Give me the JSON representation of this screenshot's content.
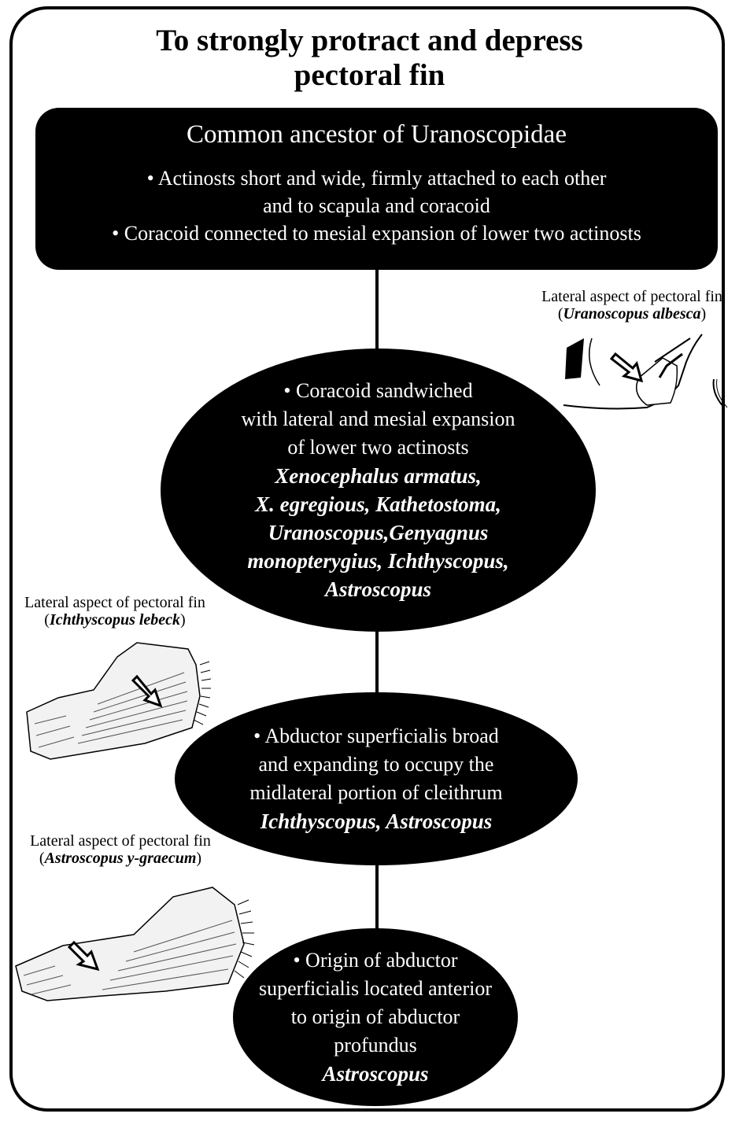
{
  "title": {
    "line1": "To strongly protract and depress",
    "line2": "pectoral fin"
  },
  "ancestor_box": {
    "heading": "Common ancestor of Uranoscopidae",
    "bullet1_line1": "• Actinosts short and wide, firmly attached to each other",
    "bullet1_line2": "and to scapula and coracoid",
    "bullet2": "• Coracoid connected to mesial expansion of lower two actinosts"
  },
  "node1": {
    "text_lines": [
      "• Coracoid sandwiched",
      "with lateral and mesial expansion",
      "of lower two actinosts"
    ],
    "species_lines": [
      "Xenocephalus armatus,",
      "X. egregious, Kathetostoma,",
      "Uranoscopus,Genyagnus",
      "monopterygius, Ichthyscopus,",
      "Astroscopus"
    ]
  },
  "node2": {
    "text_lines": [
      "• Abductor superficialis broad",
      "and expanding to occupy the",
      "midlateral portion of cleithrum"
    ],
    "species_lines": [
      "Ichthyscopus, Astroscopus"
    ]
  },
  "node3": {
    "text_lines": [
      "• Origin of abductor",
      "superficialis located anterior",
      "to origin of abductor",
      "profundus"
    ],
    "species_lines": [
      "Astroscopus"
    ]
  },
  "figures": [
    {
      "caption": "Lateral aspect of pectoral fin",
      "species_open": "(",
      "species": "Uranoscopus albesca",
      "species_close": ")"
    },
    {
      "caption": "Lateral aspect of pectoral fin",
      "species_open": "(",
      "species": "Ichthyscopus lebeck",
      "species_close": ")"
    },
    {
      "caption": "Lateral aspect of pectoral fin",
      "species_open": "(",
      "species": "Astroscopus y-graecum",
      "species_close": ")"
    }
  ]
}
